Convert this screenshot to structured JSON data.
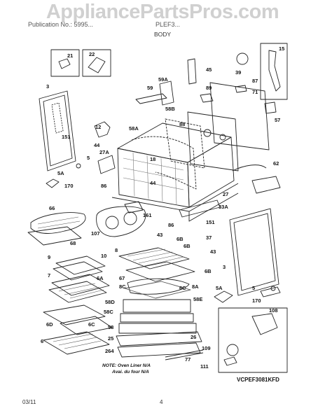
{
  "watermark": "AppliancePartsPros.com",
  "header": {
    "left": "Publication No.: 5995...",
    "model": "PLEF3...",
    "section": "BODY"
  },
  "footer": {
    "date": "03/11",
    "page": "4"
  },
  "note": {
    "line1": "NOTE: Oven Liner N/A",
    "line2": "Avai. du four N/A"
  },
  "diagram_code": "VCPEF3081KFD",
  "callouts": [
    {
      "id": "c21",
      "text": "21"
    },
    {
      "id": "c22",
      "text": "22"
    },
    {
      "id": "c3a",
      "text": "3"
    },
    {
      "id": "c151a",
      "text": "151"
    },
    {
      "id": "c5",
      "text": "5"
    },
    {
      "id": "c5a",
      "text": "5A"
    },
    {
      "id": "c170a",
      "text": "170"
    },
    {
      "id": "c12",
      "text": "12"
    },
    {
      "id": "c44a",
      "text": "44"
    },
    {
      "id": "c27a",
      "text": "27A"
    },
    {
      "id": "c86a",
      "text": "86"
    },
    {
      "id": "c58a",
      "text": "58A"
    },
    {
      "id": "c18",
      "text": "18"
    },
    {
      "id": "c44b",
      "text": "44"
    },
    {
      "id": "c59",
      "text": "59"
    },
    {
      "id": "c59a",
      "text": "59A"
    },
    {
      "id": "c45",
      "text": "45"
    },
    {
      "id": "c58b",
      "text": "58B"
    },
    {
      "id": "c88",
      "text": "88"
    },
    {
      "id": "c89",
      "text": "89"
    },
    {
      "id": "c87",
      "text": "87"
    },
    {
      "id": "c71",
      "text": "71"
    },
    {
      "id": "c39",
      "text": "39"
    },
    {
      "id": "c15",
      "text": "15"
    },
    {
      "id": "c57",
      "text": "57"
    },
    {
      "id": "c62",
      "text": "62"
    },
    {
      "id": "c27",
      "text": "27"
    },
    {
      "id": "c33a",
      "text": "33A"
    },
    {
      "id": "c66",
      "text": "66"
    },
    {
      "id": "c68",
      "text": "68"
    },
    {
      "id": "c161",
      "text": "161"
    },
    {
      "id": "c107",
      "text": "107"
    },
    {
      "id": "c43a",
      "text": "43"
    },
    {
      "id": "c86b",
      "text": "86"
    },
    {
      "id": "c151b",
      "text": "151"
    },
    {
      "id": "c37",
      "text": "37"
    },
    {
      "id": "c6b",
      "text": "6B"
    },
    {
      "id": "c6b2",
      "text": "6B"
    },
    {
      "id": "c43b",
      "text": "43"
    },
    {
      "id": "c6b3",
      "text": "6B"
    },
    {
      "id": "c8",
      "text": "8"
    },
    {
      "id": "c9",
      "text": "9"
    },
    {
      "id": "c10",
      "text": "10"
    },
    {
      "id": "c7",
      "text": "7"
    },
    {
      "id": "c6a",
      "text": "6A"
    },
    {
      "id": "c67",
      "text": "67"
    },
    {
      "id": "c8c",
      "text": "8C"
    },
    {
      "id": "c6c",
      "text": "6C"
    },
    {
      "id": "c8a",
      "text": "8A"
    },
    {
      "id": "c3b",
      "text": "3"
    },
    {
      "id": "c5a2",
      "text": "5A"
    },
    {
      "id": "c5b",
      "text": "5"
    },
    {
      "id": "c170b",
      "text": "170"
    },
    {
      "id": "c58e",
      "text": "58E"
    },
    {
      "id": "c58d",
      "text": "58D"
    },
    {
      "id": "c58c",
      "text": "58C"
    },
    {
      "id": "c58",
      "text": "58"
    },
    {
      "id": "c6d",
      "text": "6D"
    },
    {
      "id": "c6c2",
      "text": "6C"
    },
    {
      "id": "c6",
      "text": "6"
    },
    {
      "id": "c25",
      "text": "25"
    },
    {
      "id": "c264",
      "text": "264"
    },
    {
      "id": "c26",
      "text": "26"
    },
    {
      "id": "c77",
      "text": "77"
    },
    {
      "id": "c108",
      "text": "108"
    },
    {
      "id": "c109",
      "text": "109"
    },
    {
      "id": "c111",
      "text": "111"
    }
  ]
}
